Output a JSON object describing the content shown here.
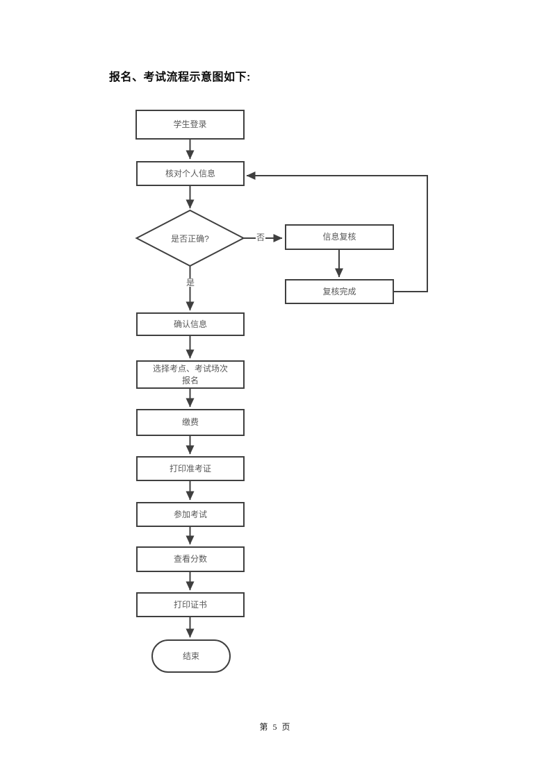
{
  "page": {
    "title": "报名、考试流程示意图如下:",
    "footer": "第 5 页"
  },
  "flowchart": {
    "nodes": {
      "login": {
        "label": "学生登录",
        "type": "process"
      },
      "verify": {
        "label": "核对个人信息",
        "type": "process"
      },
      "decision": {
        "label": "是否正确?",
        "type": "decision"
      },
      "review": {
        "label": "信息复核",
        "type": "process"
      },
      "review_done": {
        "label": "复核完成",
        "type": "process"
      },
      "confirm": {
        "label": "确认信息",
        "type": "process"
      },
      "select_site": {
        "label": "选择考点、考试场次报名",
        "type": "process"
      },
      "pay": {
        "label": "缴费",
        "type": "process"
      },
      "print_ticket": {
        "label": "打印准考证",
        "type": "process"
      },
      "take_exam": {
        "label": "参加考试",
        "type": "process"
      },
      "view_score": {
        "label": "查看分数",
        "type": "process"
      },
      "print_cert": {
        "label": "打印证书",
        "type": "process"
      },
      "end": {
        "label": "结束",
        "type": "terminator"
      }
    },
    "edge_labels": {
      "no": "否",
      "yes": "是"
    },
    "edges": [
      "login -> verify",
      "verify -> decision",
      "decision -否-> review",
      "review -> review_done",
      "review_done -> verify (loop back)",
      "decision -是-> confirm",
      "confirm -> select_site",
      "select_site -> pay",
      "pay -> print_ticket",
      "print_ticket -> take_exam",
      "take_exam -> view_score",
      "view_score -> print_cert",
      "print_cert -> end"
    ],
    "colors": {
      "line": "#3f3f3f",
      "node_border": "#3f3f3f",
      "node_text": "#595959",
      "title_text": "#0a0a0a",
      "background": "#ffffff"
    }
  }
}
